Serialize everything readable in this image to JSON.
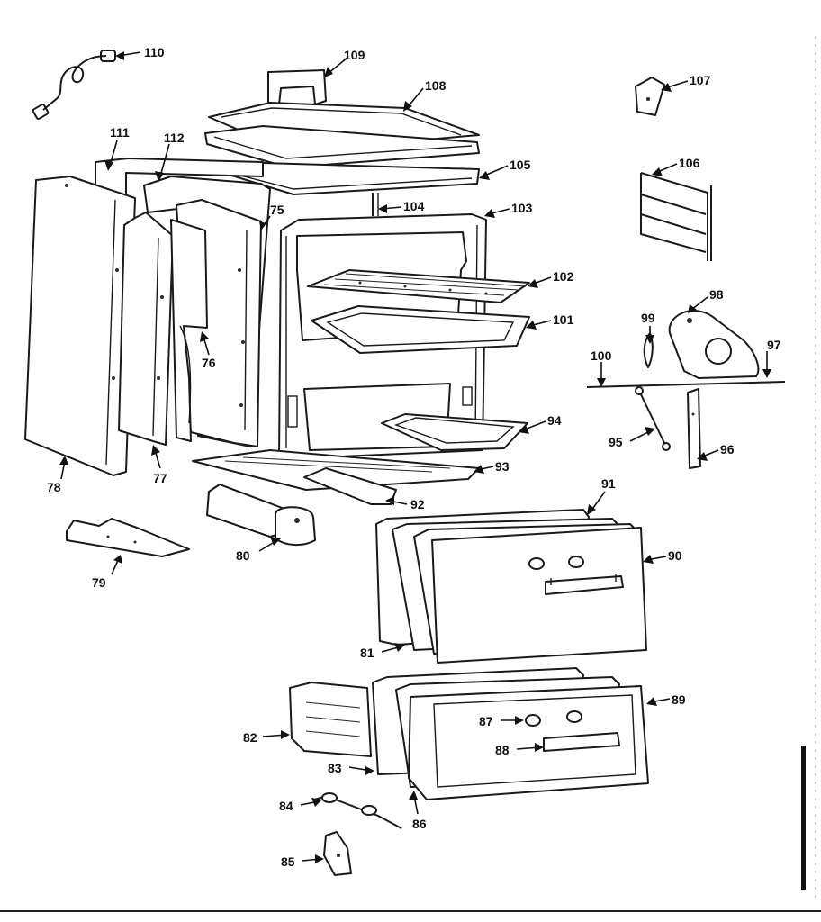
{
  "callouts": {
    "c75": "75",
    "c76": "76",
    "c77": "77",
    "c78": "78",
    "c79": "79",
    "c80": "80",
    "c81": "81",
    "c82": "82",
    "c83": "83",
    "c84": "84",
    "c85": "85",
    "c86": "86",
    "c87": "87",
    "c88": "88",
    "c89": "89",
    "c90": "90",
    "c91": "91",
    "c92": "92",
    "c93": "93",
    "c94": "94",
    "c95": "95",
    "c96": "96",
    "c97": "97",
    "c98": "98",
    "c99": "99",
    "c100": "100",
    "c101": "101",
    "c102": "102",
    "c103": "103",
    "c104": "104",
    "c105": "105",
    "c106": "106",
    "c107": "107",
    "c108": "108",
    "c109": "109",
    "c110": "110",
    "c111": "111",
    "c112": "112"
  }
}
